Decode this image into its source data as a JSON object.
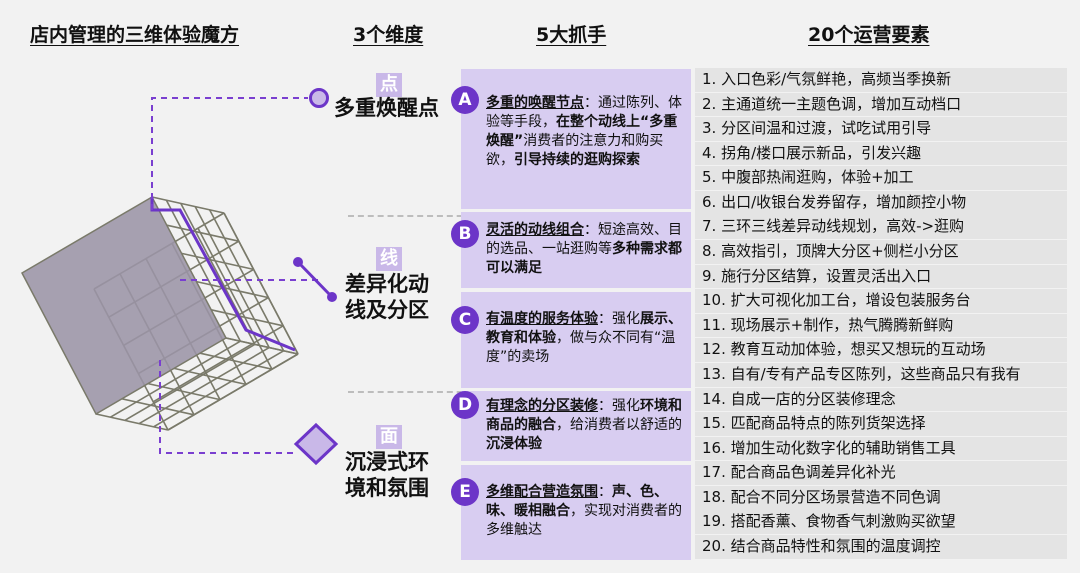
{
  "headers": {
    "cube": "店内管理的三维体验魔方",
    "dimensions": "3个维度",
    "levers": "5大抓手",
    "elements": "20个运营要素"
  },
  "dimensions": [
    {
      "tag": "点",
      "name": "多重焕醒点"
    },
    {
      "tag": "线",
      "name": "差异化动线及分区"
    },
    {
      "tag": "面",
      "name": "沉浸式环境和氛围"
    }
  ],
  "levers": [
    {
      "badge": "A",
      "parts": [
        {
          "t": "多重的唤醒节点",
          "s": "u"
        },
        {
          "t": "：通过陈列、体验等手段，",
          "s": ""
        },
        {
          "t": "在整个动线上“多重焕醒”",
          "s": "b"
        },
        {
          "t": "消费者的注意力和购买欲，",
          "s": ""
        },
        {
          "t": "引导持续的逛购探索",
          "s": "b"
        }
      ]
    },
    {
      "badge": "B",
      "parts": [
        {
          "t": "灵活的动线组合",
          "s": "u"
        },
        {
          "t": "：短途高效、目的选品、一站逛购等",
          "s": ""
        },
        {
          "t": "多种需求都可以满足",
          "s": "b"
        }
      ]
    },
    {
      "badge": "C",
      "parts": [
        {
          "t": "有温度的服务体验",
          "s": "u"
        },
        {
          "t": "：强化",
          "s": ""
        },
        {
          "t": "展示、教育和体验",
          "s": "b"
        },
        {
          "t": "，做与众不同有“温度”的卖场",
          "s": ""
        }
      ]
    },
    {
      "badge": "D",
      "parts": [
        {
          "t": "有理念的分区装修",
          "s": "u"
        },
        {
          "t": "：强化",
          "s": ""
        },
        {
          "t": "环境和商品的融合",
          "s": "b"
        },
        {
          "t": "，给消费者以舒适的",
          "s": ""
        },
        {
          "t": "沉浸体验",
          "s": "b"
        }
      ]
    },
    {
      "badge": "E",
      "parts": [
        {
          "t": "多维配合营造氛围",
          "s": "u"
        },
        {
          "t": "：",
          "s": ""
        },
        {
          "t": "声、色、味、暖相融合",
          "s": "b"
        },
        {
          "t": "，实现对消费者的多维触达",
          "s": ""
        }
      ]
    }
  ],
  "elements": [
    "1. 入口色彩/气氛鲜艳，高频当季换新",
    "2. 主通道统一主题色调，增加互动档口",
    "3. 分区间温和过渡，试吃试用引导",
    "4. 拐角/楼口展示新品，引发兴趣",
    "5. 中腹部热闹逛购，体验+加工",
    "6. 出口/收银台发券留存，增加颜控小物",
    "7. 三环三线差异动线规划，高效->逛购",
    "8. 高效指引，顶牌大分区+侧栏小分区",
    "9. 施行分区结算，设置灵活出入口",
    "10. 扩大可视化加工台，增设包装服务台",
    "11. 现场展示+制作，热气腾腾新鲜购",
    "12. 教育互动加体验，想买又想玩的互动场",
    "13. 自有/专有产品专区陈列，这些商品只有我有",
    "14. 自成一店的分区装修理念",
    "15. 匹配商品特点的陈列货架选择",
    "16. 增加生动化数字化的辅助销售工具",
    "17. 配合商品色调差异化补光",
    "18. 配合不同分区场景营造不同色调",
    "19. 搭配香薰、食物香气刺激购买欲望",
    "20. 结合商品特性和氛围的温度调控"
  ],
  "colors": {
    "accent": "#6c35c8",
    "lever_bg": "#d8cdf1",
    "tag_bg": "#c9b8e8",
    "item_bg": "#e4e4e4",
    "cube_face": "#9b94a6",
    "grid": "#7a7a6a"
  },
  "icons": [
    "circle-point-icon",
    "line-segment-icon",
    "diamond-plane-icon"
  ]
}
